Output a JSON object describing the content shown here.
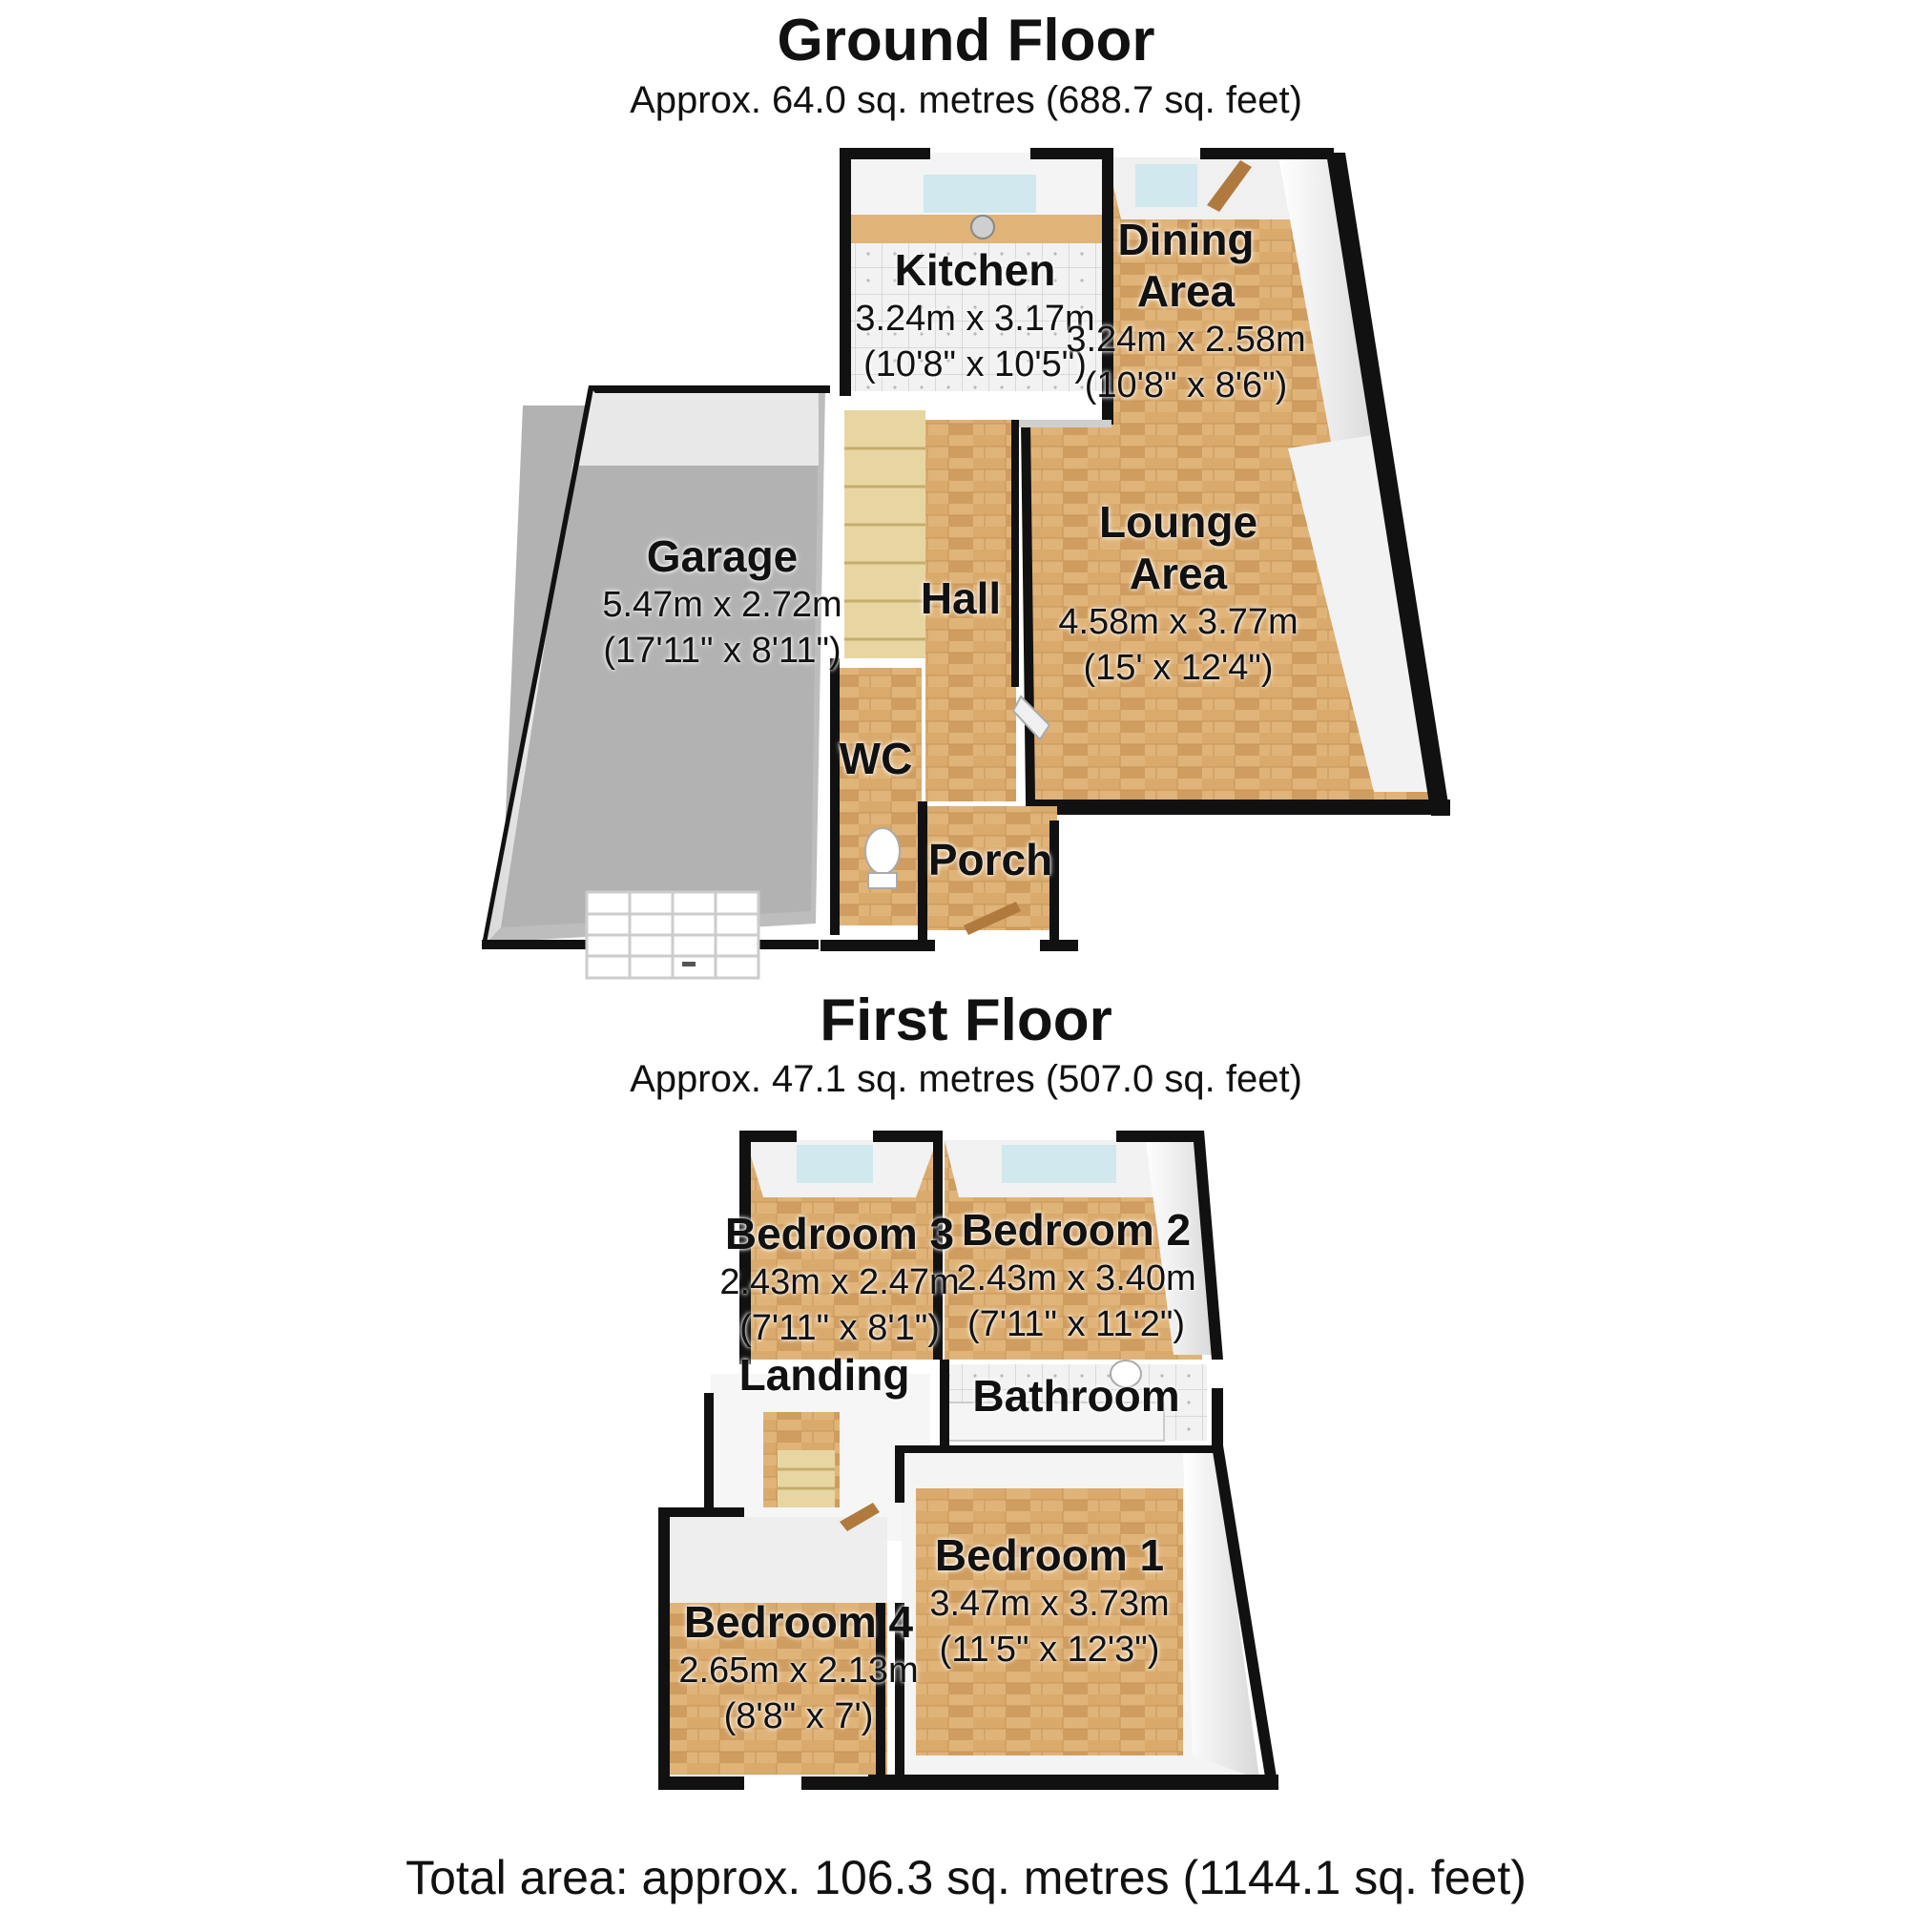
{
  "ground_floor": {
    "title": "Ground Floor",
    "area": "Approx.  64.0 sq. metres (688.7 sq. feet)",
    "rooms": {
      "kitchen": {
        "name": "Kitchen",
        "metric": "3.24m x 3.17m",
        "imperial": "(10'8\" x 10'5\")"
      },
      "dining": {
        "name": "Dining",
        "name2": "Area",
        "metric": "3.24m x 2.58m",
        "imperial": "(10'8\" x 8'6\")"
      },
      "lounge": {
        "name": "Lounge",
        "name2": "Area",
        "metric": "4.58m x 3.77m",
        "imperial": "(15' x 12'4\")"
      },
      "garage": {
        "name": "Garage",
        "metric": "5.47m x 2.72m",
        "imperial": "(17'11\" x 8'11\")"
      },
      "hall": {
        "name": "Hall"
      },
      "wc": {
        "name": "WC"
      },
      "porch": {
        "name": "Porch"
      }
    }
  },
  "first_floor": {
    "title": "First Floor",
    "area": "Approx.  47.1 sq. metres (507.0 sq. feet)",
    "rooms": {
      "bedroom3": {
        "name": "Bedroom 3",
        "metric": "2.43m x 2.47m",
        "imperial": "(7'11\" x 8'1\")"
      },
      "bedroom2": {
        "name": "Bedroom 2",
        "metric": "2.43m x 3.40m",
        "imperial": "(7'11\" x 11'2\")"
      },
      "landing": {
        "name": "Landing"
      },
      "bathroom": {
        "name": "Bathroom"
      },
      "bedroom1": {
        "name": "Bedroom 1",
        "metric": "3.47m x 3.73m",
        "imperial": "(11'5\" x 12'3\")"
      },
      "bedroom4": {
        "name": "Bedroom 4",
        "metric": "2.65m x 2.13m",
        "imperial": "(8'8\" x 7')"
      }
    }
  },
  "total_area": "Total area: approx. 106.3 sq. metres (1144.1 sq. feet)"
}
